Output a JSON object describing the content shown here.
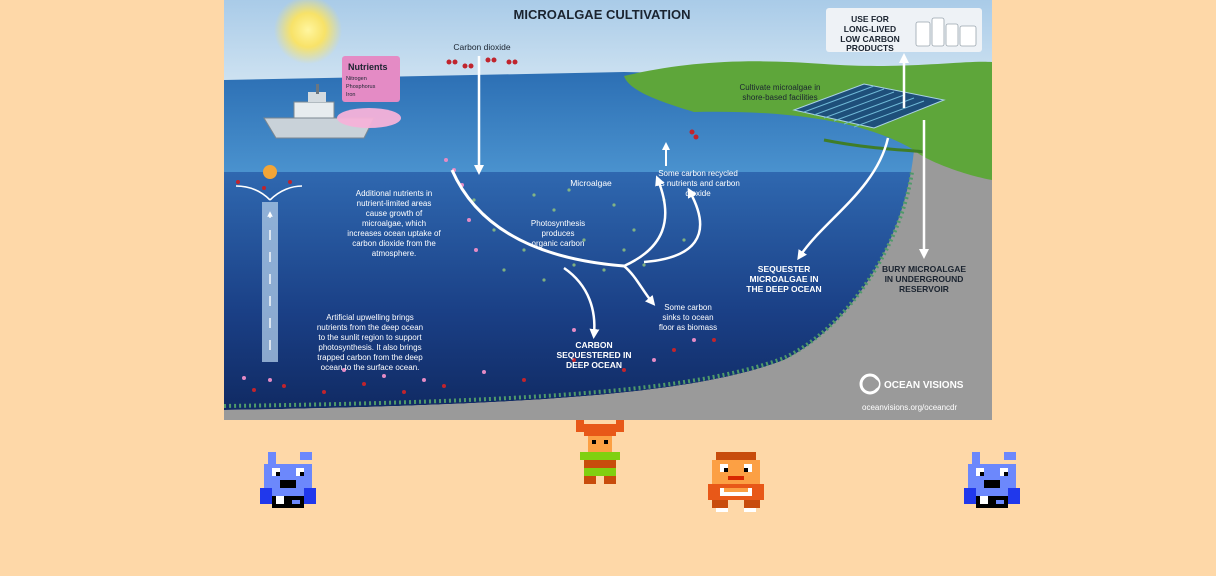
{
  "poster": {
    "title": "MICROALGAE CULTIVATION",
    "co2_label": "Carbon dioxide",
    "nutrients": {
      "heading": "Nutrients",
      "items": [
        "Nitrogen",
        "Phosphorus",
        "Iron"
      ]
    },
    "products_box": [
      "USE FOR",
      "LONG-LIVED",
      "LOW CARBON",
      "PRODUCTS"
    ],
    "shore_text": [
      "Cultivate microalgae in",
      "shore-based facilities"
    ],
    "microalgae_label": "Microalgae",
    "recycled_text": [
      "Some carbon recycled",
      "as nutrients and carbon",
      "dioxide"
    ],
    "nutrients_text": [
      "Additional nutrients in",
      "nutrient-limited areas",
      "cause growth of",
      "microalgae, which",
      "increases ocean uptake of",
      "carbon dioxide from the",
      "atmosphere."
    ],
    "photosynthesis_text": [
      "Photosynthesis",
      "produces",
      "organic carbon"
    ],
    "sequester_text": [
      "SEQUESTER",
      "MICROALGAE IN",
      "THE DEEP OCEAN"
    ],
    "bury_text": [
      "BURY MICROALGAE",
      "IN UNDERGROUND",
      "RESERVOIR"
    ],
    "sinks_text": [
      "Some carbon",
      "sinks to ocean",
      "floor as biomass"
    ],
    "upwelling_text": [
      "Artificial upwelling brings",
      "nutrients from the deep ocean",
      "to the sunlit region to support",
      "photosynthesis. It also brings",
      "trapped carbon from the deep",
      "ocean to the surface ocean."
    ],
    "carbon_deep_text": [
      "CARBON",
      "SEQUESTERED IN",
      "DEEP OCEAN"
    ],
    "brand": "OCEAN VISIONS",
    "url": "oceanvisions.org/oceancdr"
  },
  "sprites": [
    {
      "name": "blue-creature-left",
      "kind": "blue-octorok"
    },
    {
      "name": "link-hero",
      "kind": "link-raised-arms"
    },
    {
      "name": "red-moblin",
      "kind": "red-moblin"
    },
    {
      "name": "blue-creature-right",
      "kind": "blue-octorok"
    }
  ],
  "colors": {
    "background": "#fed8a8",
    "ocean_surface": "#3f86c8",
    "ocean_deep": "#12306e",
    "land": "#5ea63a",
    "seafloor": "#9a9a9a",
    "nutrient_pink": "#e48bc5"
  }
}
